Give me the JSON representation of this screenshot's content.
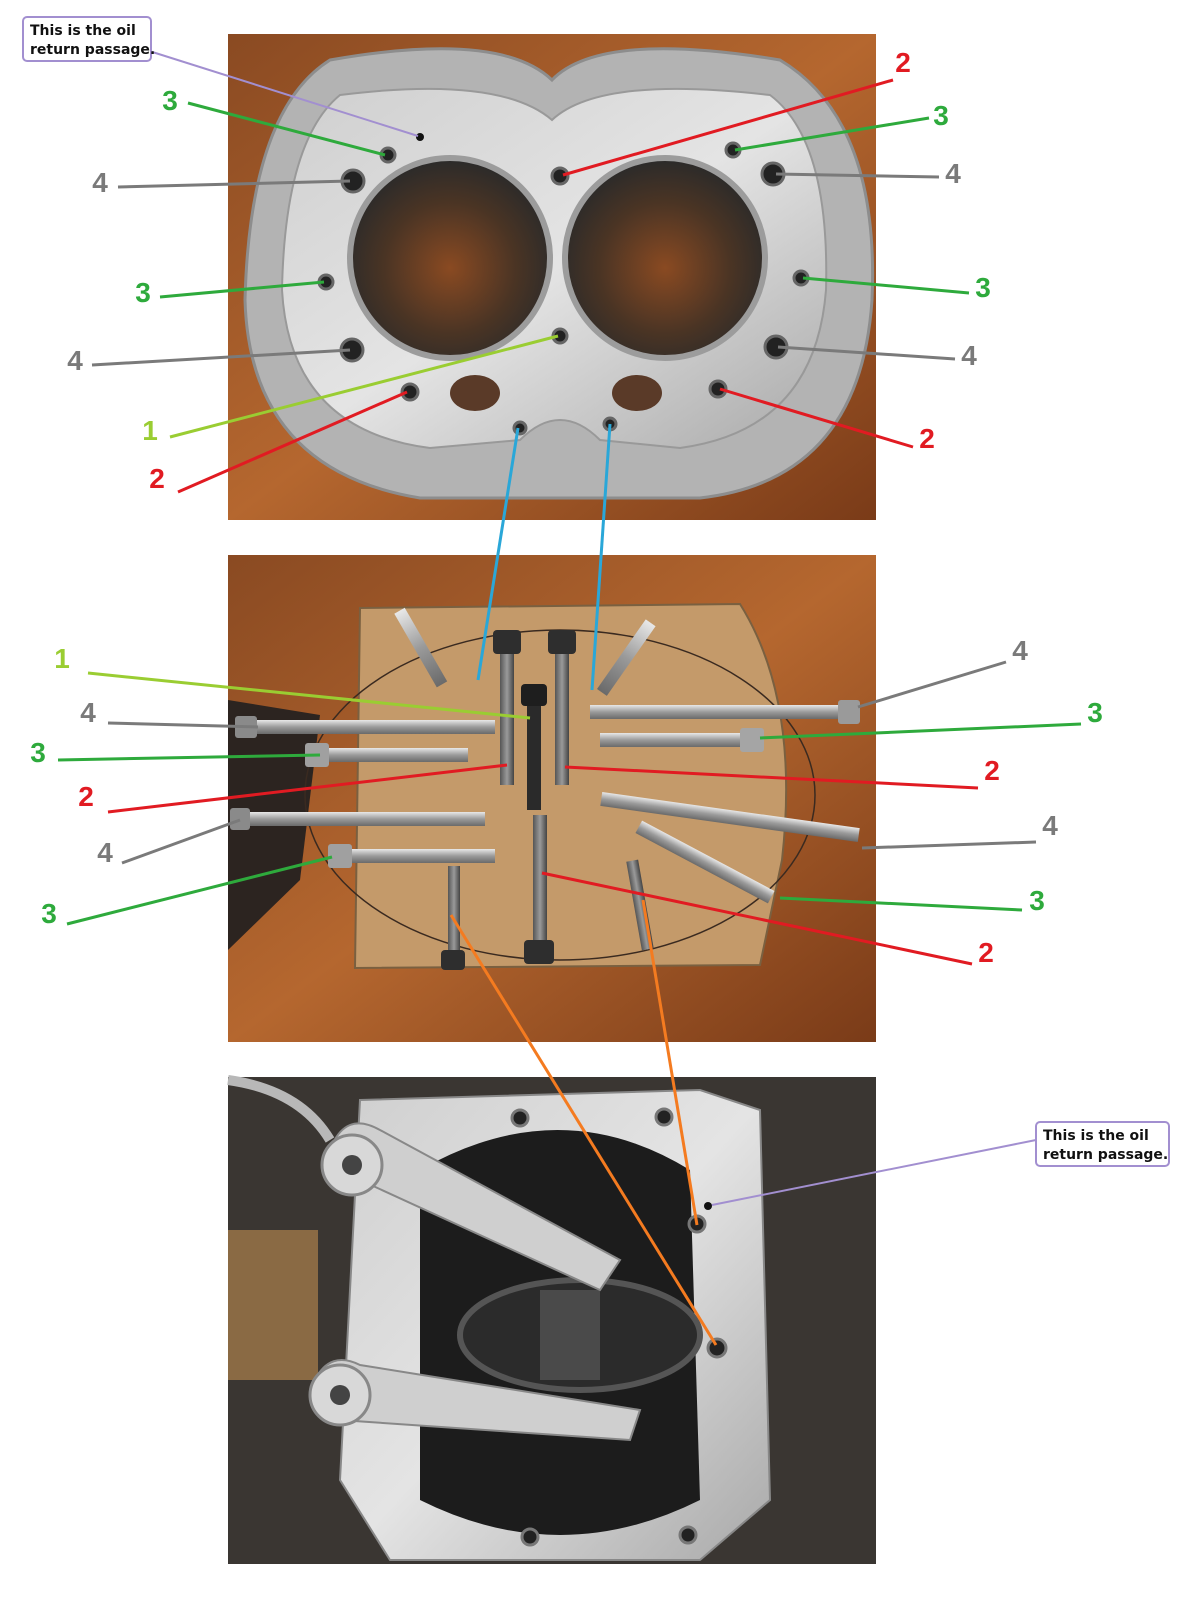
{
  "notes": [
    {
      "line1": "This is the oil",
      "line2": "return passage."
    },
    {
      "line1": "This is the oil",
      "line2": "return passage."
    }
  ],
  "colors": {
    "label_1": "#9acd32",
    "label_2": "#e11b22",
    "label_3": "#2eaa3c",
    "label_4": "#7a7a7a",
    "connector_blue": "#2aa7d8",
    "connector_orange": "#f47b20",
    "note_border": "#a28fd0"
  },
  "labels": {
    "top": [
      "3",
      "4",
      "3",
      "4",
      "1",
      "2",
      "2",
      "3",
      "4",
      "3",
      "4",
      "2"
    ],
    "middle": [
      "1",
      "4",
      "3",
      "2",
      "4",
      "3",
      "4",
      "3",
      "2",
      "4",
      "3",
      "2"
    ]
  }
}
